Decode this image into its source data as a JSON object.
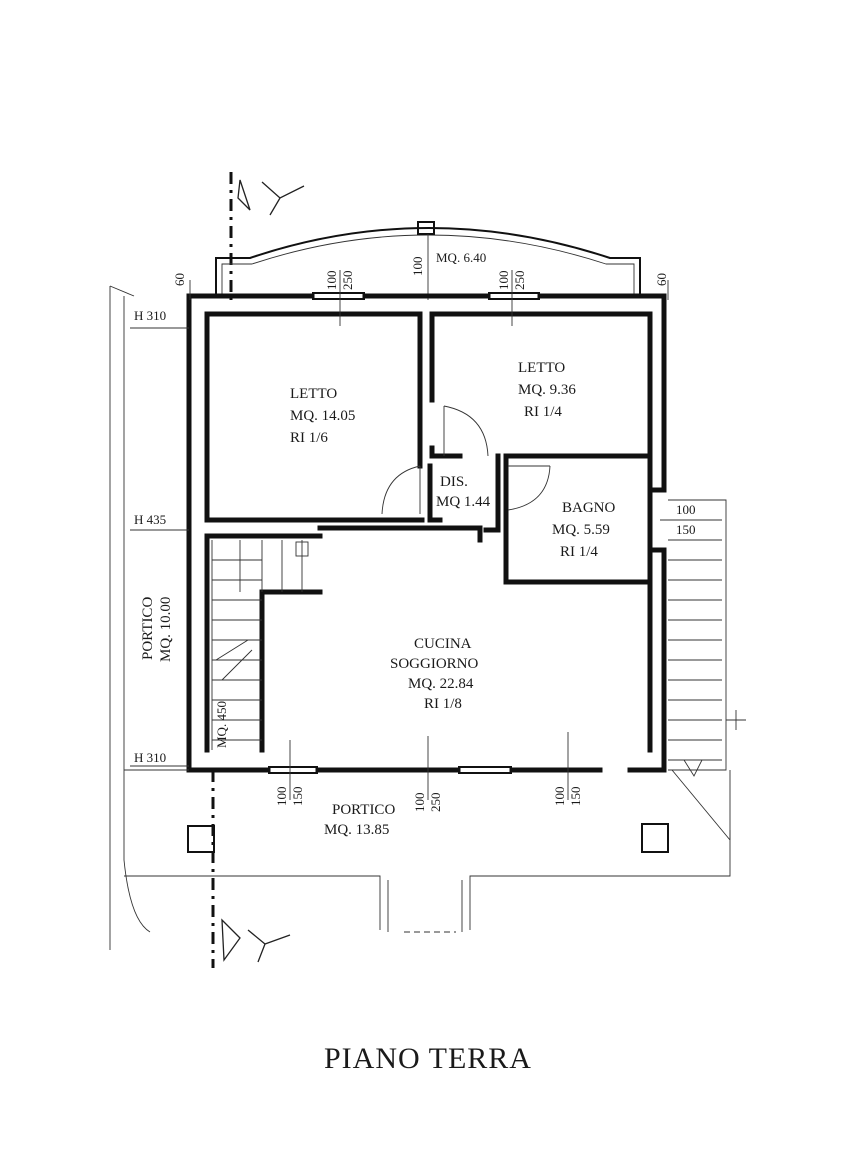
{
  "title": "PIANO TERRA",
  "rooms": {
    "letto_left": {
      "name": "LETTO",
      "area": "MQ. 14.05",
      "ratio": "RI 1/6"
    },
    "letto_right": {
      "name": "LETTO",
      "area": "MQ. 9.36",
      "ratio": "RI 1/4"
    },
    "dis": {
      "name": "DIS.",
      "area": "MQ 1.44"
    },
    "bagno": {
      "name": "BAGNO",
      "area": "MQ. 5.59",
      "ratio": "RI 1/4"
    },
    "cucina": {
      "name1": "CUCINA",
      "name2": "SOGGIORNO",
      "area": "MQ. 22.84",
      "ratio": "RI 1/8"
    },
    "portico_bottom": {
      "name": "PORTICO",
      "area": "MQ. 13.85"
    },
    "portico_side": {
      "name": "PORTICO",
      "area": "MQ. 10.00"
    },
    "balcony": {
      "area": "MQ. 6.40"
    },
    "stair": {
      "label": "MQ. 450"
    }
  },
  "heights": {
    "h_top": "H 310",
    "h_mid": "H 435",
    "h_bottom": "H 310"
  },
  "dims": {
    "d60": "60",
    "d100": "100",
    "d250": "250",
    "d150": "150",
    "d100_150": "100\n150"
  }
}
